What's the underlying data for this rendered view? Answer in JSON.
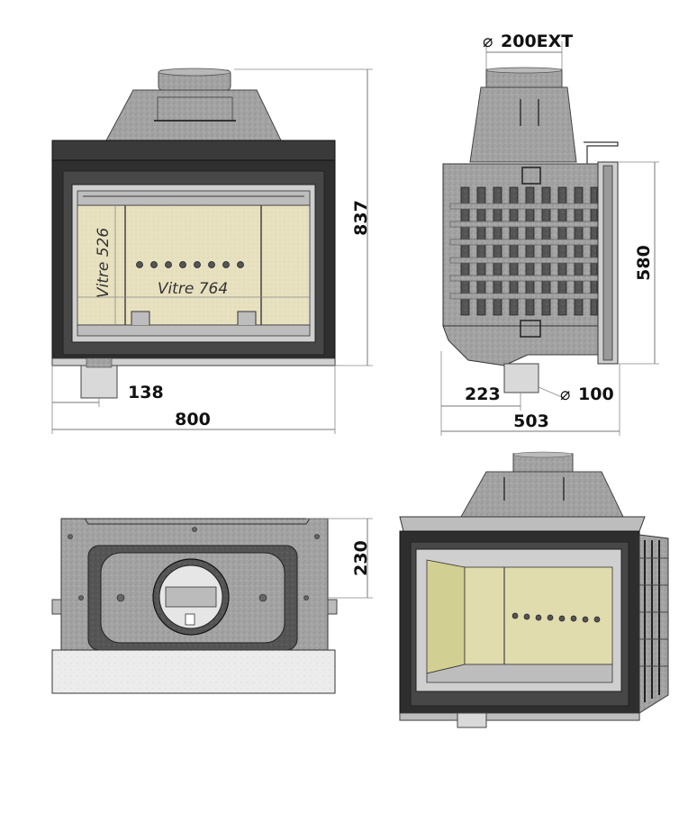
{
  "front_view": {
    "height_dim": "837",
    "width_dim": "800",
    "outlet_offset_dim": "138",
    "glass_height_label": "Vitre 526",
    "glass_width_label": "Vitre 764"
  },
  "side_view": {
    "outlet_diameter_label": "200EXT",
    "height_dim": "580",
    "inlet_offset_dim": "223",
    "inlet_diameter_label": "100",
    "depth_dim": "503",
    "diameter_symbol": "⌀"
  },
  "top_view": {
    "height_dim": "230"
  },
  "colors": {
    "frame_dark": "#2e2e2e",
    "cast_iron": "#9a9a9a",
    "cast_iron_light": "#c2c2c2",
    "firebrick": "#e6dfbd",
    "firebrick_3d": "#dcd9a2",
    "dimension_line": "#8a8a8a"
  }
}
